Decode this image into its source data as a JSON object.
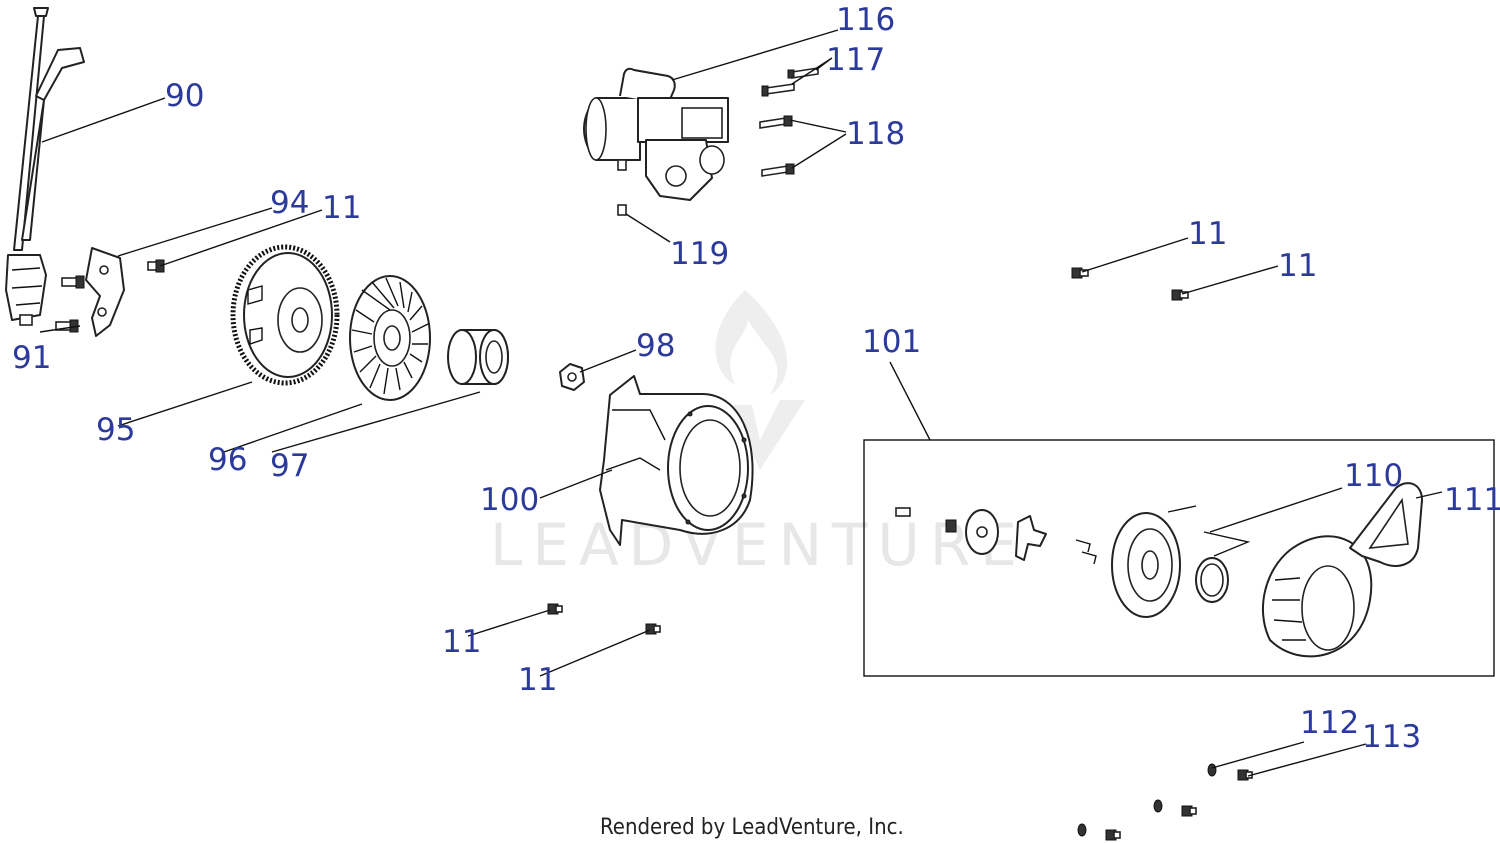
{
  "colors": {
    "label": "#2b3a9b",
    "line": "#111111",
    "watermark": "#e7e7e7"
  },
  "watermark": {
    "text": "LEADVENTURE",
    "icon": "flame-logo-icon"
  },
  "footer": {
    "credit": "Rendered by LeadVenture, Inc."
  },
  "callouts": [
    {
      "id": "90",
      "text": "90"
    },
    {
      "id": "91",
      "text": "91"
    },
    {
      "id": "94",
      "text": "94"
    },
    {
      "id": "11a",
      "text": "11"
    },
    {
      "id": "95",
      "text": "95"
    },
    {
      "id": "96",
      "text": "96"
    },
    {
      "id": "97",
      "text": "97"
    },
    {
      "id": "98",
      "text": "98"
    },
    {
      "id": "100",
      "text": "100"
    },
    {
      "id": "101",
      "text": "101"
    },
    {
      "id": "110",
      "text": "110"
    },
    {
      "id": "111",
      "text": "111"
    },
    {
      "id": "112",
      "text": "112"
    },
    {
      "id": "113",
      "text": "113"
    },
    {
      "id": "116",
      "text": "116"
    },
    {
      "id": "117",
      "text": "117"
    },
    {
      "id": "118",
      "text": "118"
    },
    {
      "id": "119",
      "text": "119"
    },
    {
      "id": "11b",
      "text": "11"
    },
    {
      "id": "11c",
      "text": "11"
    },
    {
      "id": "11d",
      "text": "11"
    },
    {
      "id": "11e",
      "text": "11"
    }
  ]
}
